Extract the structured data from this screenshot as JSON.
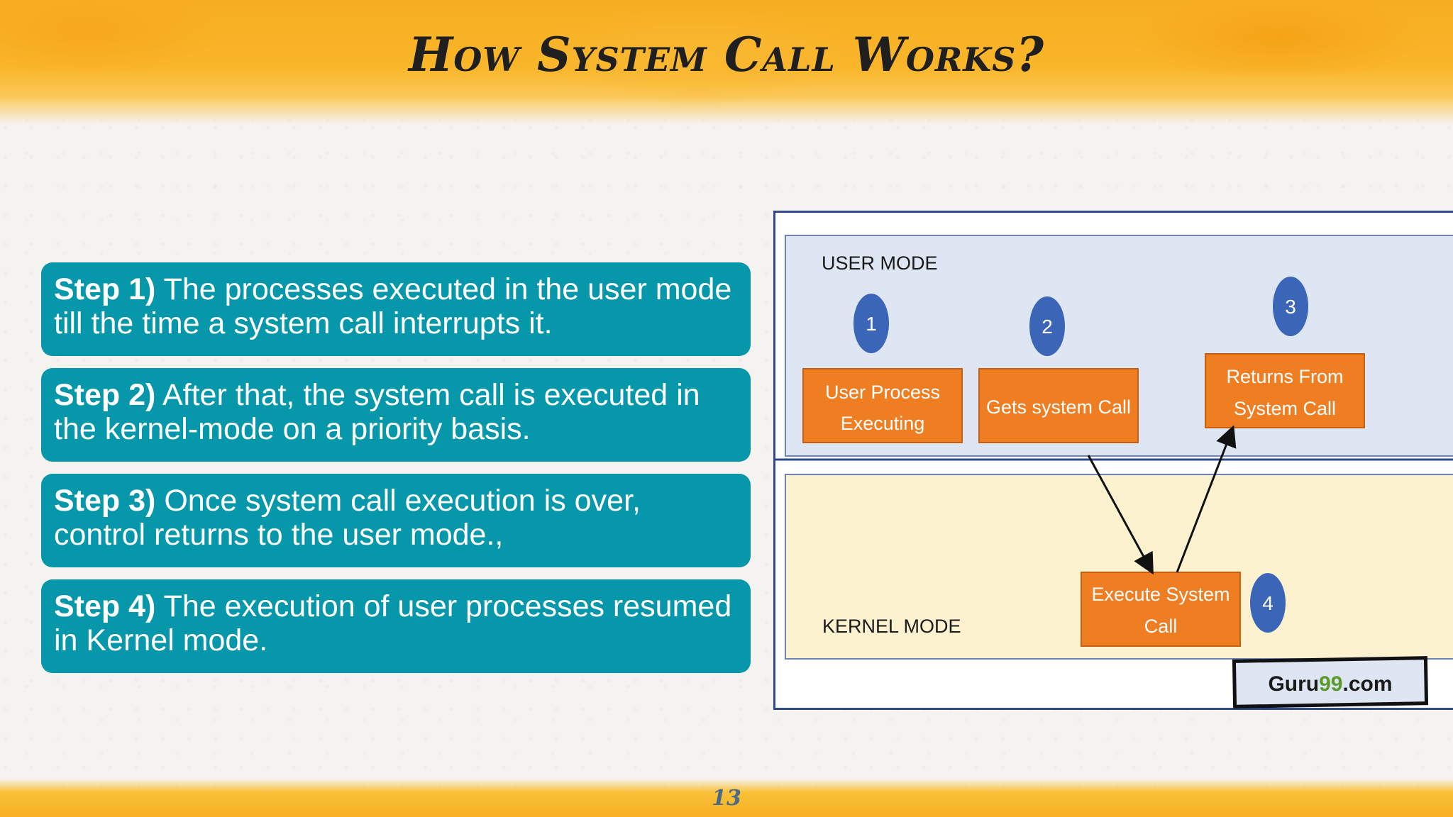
{
  "title": "How System Call Works?",
  "steps": [
    {
      "label": "Step 1)",
      "text": "The processes executed in the user mode till the time a system call interrupts it."
    },
    {
      "label": "Step 2)",
      "text": "After that, the system call is executed in the kernel-mode on a priority basis."
    },
    {
      "label": "Step 3)",
      "text": "Once system call execution is over, control returns to the user mode.,"
    },
    {
      "label": "Step 4)",
      "text": "The execution of user processes resumed in Kernel mode."
    }
  ],
  "diagram": {
    "user_mode_label": "USER MODE",
    "kernel_mode_label": "KERNEL MODE",
    "nodes": [
      {
        "num": "1",
        "line1": "User Process",
        "line2": "Executing"
      },
      {
        "num": "2",
        "line1": "Gets system Call",
        "line2": ""
      },
      {
        "num": "3",
        "line1": "Returns From",
        "line2": "System Call"
      },
      {
        "num": "4",
        "line1": "Execute System",
        "line2": "Call"
      }
    ],
    "watermark_prefix": "Guru",
    "watermark_accent": "99",
    "watermark_suffix": ".com",
    "colors": {
      "user_bg": "#dfe6f3",
      "kernel_bg": "#fdf2cf",
      "box": "#ef7d22",
      "circle": "#3b66b8",
      "accent_green": "#5a9a2a"
    }
  },
  "page_number": "13"
}
